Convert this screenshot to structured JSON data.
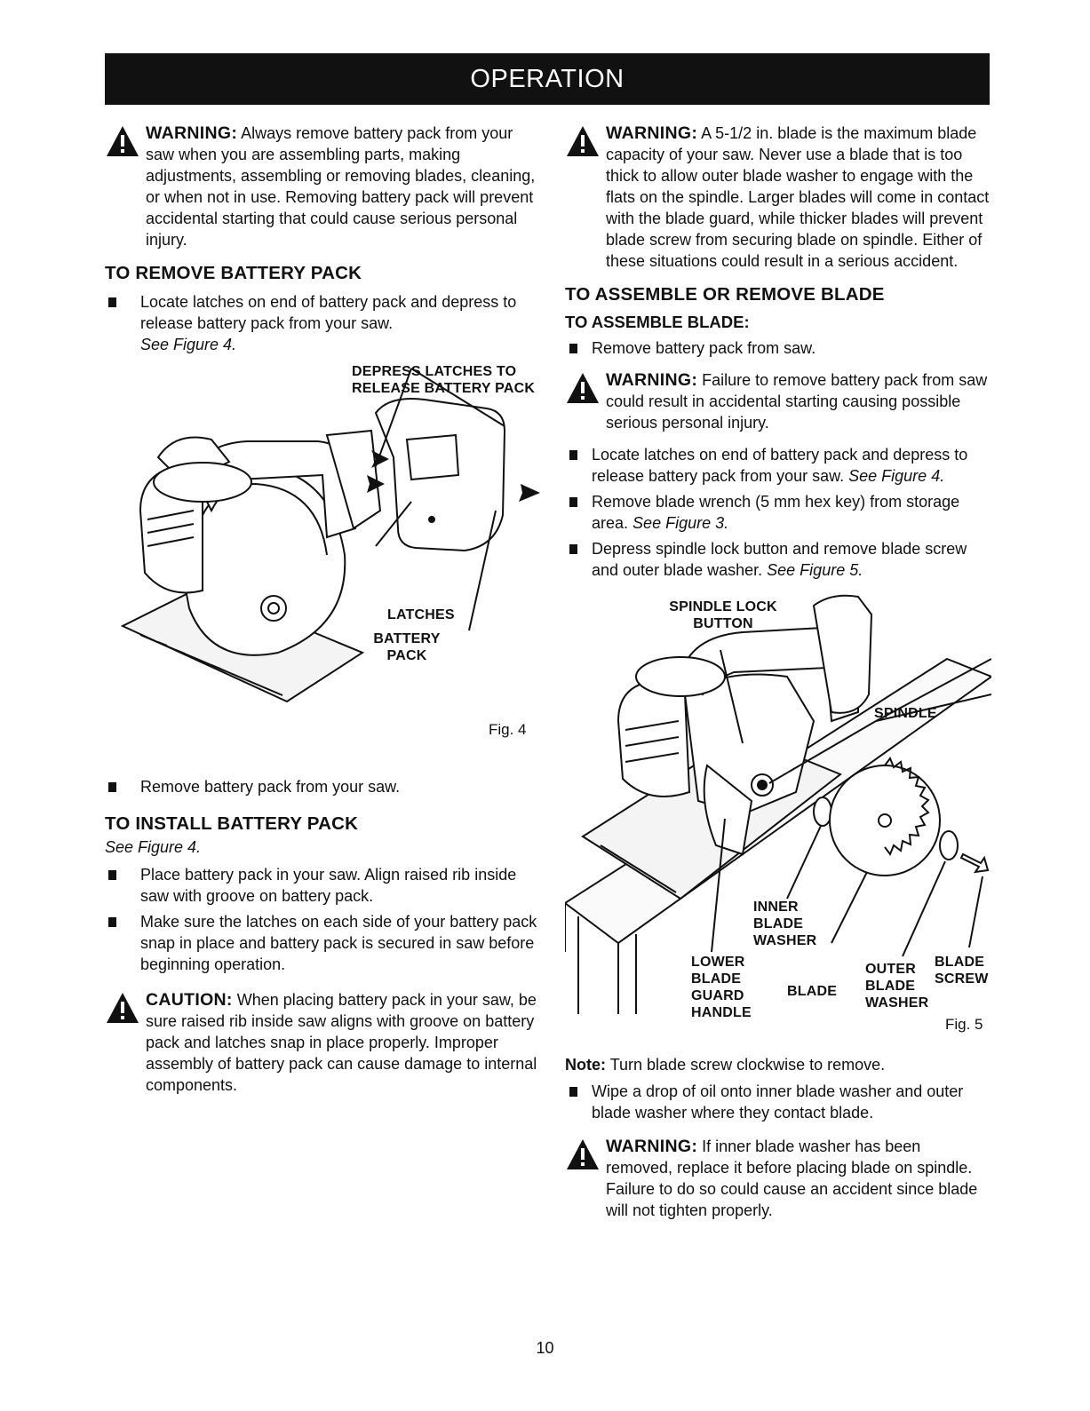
{
  "header": {
    "title": "OPERATION"
  },
  "left": {
    "warning1": {
      "label": "WARNING:",
      "text": "Always remove battery pack from your saw when you are assembling parts, making adjustments, assembling or removing blades, cleaning, or when not in use. Removing battery pack will prevent accidental starting that could cause serious personal injury."
    },
    "remove_heading": "TO REMOVE BATTERY PACK",
    "remove_step1": "Locate latches on end of battery pack and depress to release battery pack from your saw.",
    "remove_step1_see": "See Figure 4.",
    "fig4": {
      "callout_depress": "DEPRESS LATCHES TO RELEASE BATTERY PACK",
      "callout_battery": "BATTERY PACK",
      "callout_latches": "LATCHES",
      "label": "Fig. 4"
    },
    "remove_step2": "Remove battery pack from your saw.",
    "install_heading": "TO INSTALL BATTERY PACK",
    "install_see": "See Figure 4.",
    "install_steps": [
      "Place battery pack in your saw. Align raised rib inside saw with groove on battery pack.",
      "Make sure the latches on each side of your battery pack snap in place and battery pack is secured in saw before beginning operation."
    ],
    "caution": {
      "label": "CAUTION:",
      "text": "When placing battery pack in your saw, be sure raised rib inside saw aligns with groove on battery pack and latches snap in place properly. Improper assembly of battery pack can cause damage to internal components."
    }
  },
  "right": {
    "warning1": {
      "label": "WARNING:",
      "text": "A 5-1/2 in. blade is the maximum blade capacity of your saw. Never use a blade that is too thick to allow outer blade washer to engage with the flats on the spindle. Larger blades will come in contact with the blade guard, while thicker blades will prevent blade screw from securing blade on spindle. Either of these situations could result in a serious accident."
    },
    "assemble_heading": "TO ASSEMBLE OR REMOVE BLADE",
    "assemble_sub": "TO ASSEMBLE BLADE:",
    "step_remove": "Remove battery pack from saw.",
    "warning2": {
      "label": "WARNING:",
      "text": "Failure to remove battery pack from saw could result in accidental starting causing possible serious personal injury."
    },
    "steps": [
      {
        "text": "Locate latches on end of battery pack and depress to release battery pack from your saw.",
        "see": "See Figure 4."
      },
      {
        "text": "Remove blade wrench (5 mm hex key) from storage area.",
        "see": "See Figure 3."
      },
      {
        "text": "Depress spindle lock button and remove blade screw and outer blade washer.",
        "see": "See Figure 5."
      }
    ],
    "fig5": {
      "callout_spindle_lock": "SPINDLE LOCK BUTTON",
      "callout_spindle": "SPINDLE",
      "callout_inner_washer": "INNER BLADE WASHER",
      "callout_lower_guard": "LOWER BLADE GUARD HANDLE",
      "callout_blade": "BLADE",
      "callout_outer_washer": "OUTER BLADE WASHER",
      "callout_blade_screw": "BLADE SCREW",
      "label": "Fig. 5"
    },
    "note": {
      "label": "Note:",
      "text": "Turn blade screw clockwise to remove."
    },
    "step_wipe": "Wipe a drop of oil onto inner blade washer and outer blade washer where they contact blade.",
    "warning3": {
      "label": "WARNING:",
      "text": "If inner blade washer has been removed, replace it before placing blade on spindle. Failure to do so could cause an accident since blade will not tighten properly."
    }
  },
  "footer": {
    "page_number": "10"
  }
}
